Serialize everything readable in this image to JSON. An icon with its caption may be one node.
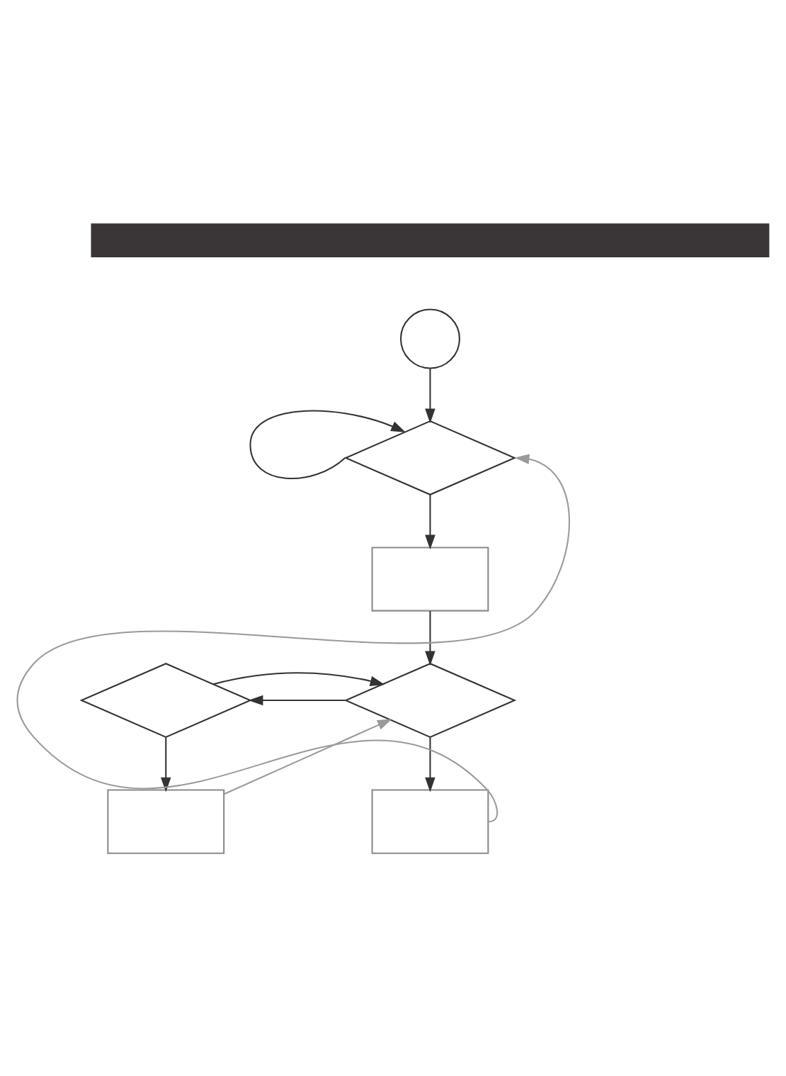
{
  "diagram": {
    "nodes": [
      {
        "text": [],
        "shape": "bar"
      },
      {
        "text": [],
        "shape": "circle"
      },
      {
        "text": [],
        "shape": "diamond"
      },
      {
        "text": [],
        "shape": "box"
      },
      {
        "text": [],
        "shape": "diamond"
      },
      {
        "text": [],
        "shape": "diamond"
      },
      {
        "text": [],
        "shape": "box"
      },
      {
        "text": [],
        "shape": "box"
      }
    ],
    "edges": [
      {
        "from": 1,
        "to": 2,
        "arrow": "to"
      },
      {
        "from": 2,
        "to": 2,
        "arrow": "to"
      },
      {
        "from": 2,
        "to": 3,
        "arrow": "to"
      },
      {
        "from": 3,
        "to": 4,
        "arrow": "to"
      },
      {
        "from": 4,
        "to": 5,
        "arrow": "to"
      },
      {
        "from": 4,
        "to": 7,
        "arrow": "to"
      },
      {
        "from": 5,
        "to": 6,
        "arrow": "to"
      },
      {
        "from": 5,
        "to": 4,
        "arrow": "to"
      },
      {
        "from": 6,
        "to": 4,
        "arrow": "to",
        "color": "#9a9a9a"
      },
      {
        "from": 7,
        "to": 2,
        "arrow": "to",
        "color": "#9a9a9a"
      }
    ]
  }
}
